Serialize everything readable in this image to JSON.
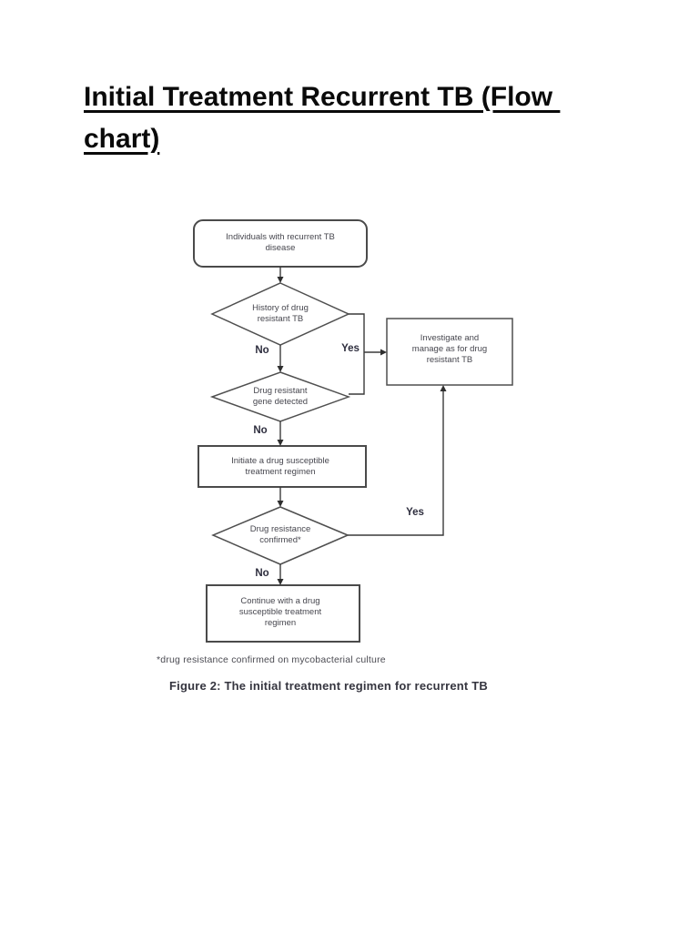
{
  "page": {
    "title": "Initial Treatment Recurrent TB (Flow chart)",
    "title_lines": [
      "Initial Treatment Recurrent TB (Flow ",
      "chart)"
    ]
  },
  "flowchart": {
    "nodes": {
      "start": {
        "label": "Individuals with recurrent TB disease",
        "shape": "rounded-rectangle"
      },
      "d1": {
        "label": "History of drug resistant TB",
        "shape": "diamond"
      },
      "d2": {
        "label": "Drug resistant gene detected",
        "shape": "diamond"
      },
      "investigate": {
        "label": "Investigate and manage as for drug resistant TB",
        "shape": "rectangle"
      },
      "initiate": {
        "label": "Initiate a drug susceptible treatment regimen",
        "shape": "rectangle"
      },
      "d3": {
        "label": "Drug resistance confirmed*",
        "shape": "diamond"
      },
      "continue": {
        "label": "Continue with a drug susceptible treatment regimen",
        "shape": "rectangle"
      }
    },
    "edge_labels": {
      "no1": "No",
      "yes1": "Yes",
      "no2": "No",
      "yes2": "Yes",
      "no3": "No"
    },
    "edges": [
      {
        "from": "start",
        "to": "d1"
      },
      {
        "from": "d1",
        "to": "investigate",
        "label": "Yes"
      },
      {
        "from": "d1",
        "to": "d2",
        "label": "No"
      },
      {
        "from": "d2",
        "to": "investigate",
        "label": "Yes"
      },
      {
        "from": "d2",
        "to": "initiate",
        "label": "No"
      },
      {
        "from": "initiate",
        "to": "d3"
      },
      {
        "from": "d3",
        "to": "investigate",
        "label": "Yes"
      },
      {
        "from": "d3",
        "to": "continue",
        "label": "No"
      }
    ],
    "footnote": "*drug resistance confirmed on mycobacterial culture",
    "caption": "Figure 2: The initial treatment regimen for recurrent TB",
    "colors": {
      "node_border": "#4a4a4a",
      "connector": "#3a3a3a",
      "node_text": "#46464e",
      "edge_label_text": "#2e2e3e",
      "title_text": "#0a0a0a",
      "page_background": "#ffffff"
    }
  }
}
